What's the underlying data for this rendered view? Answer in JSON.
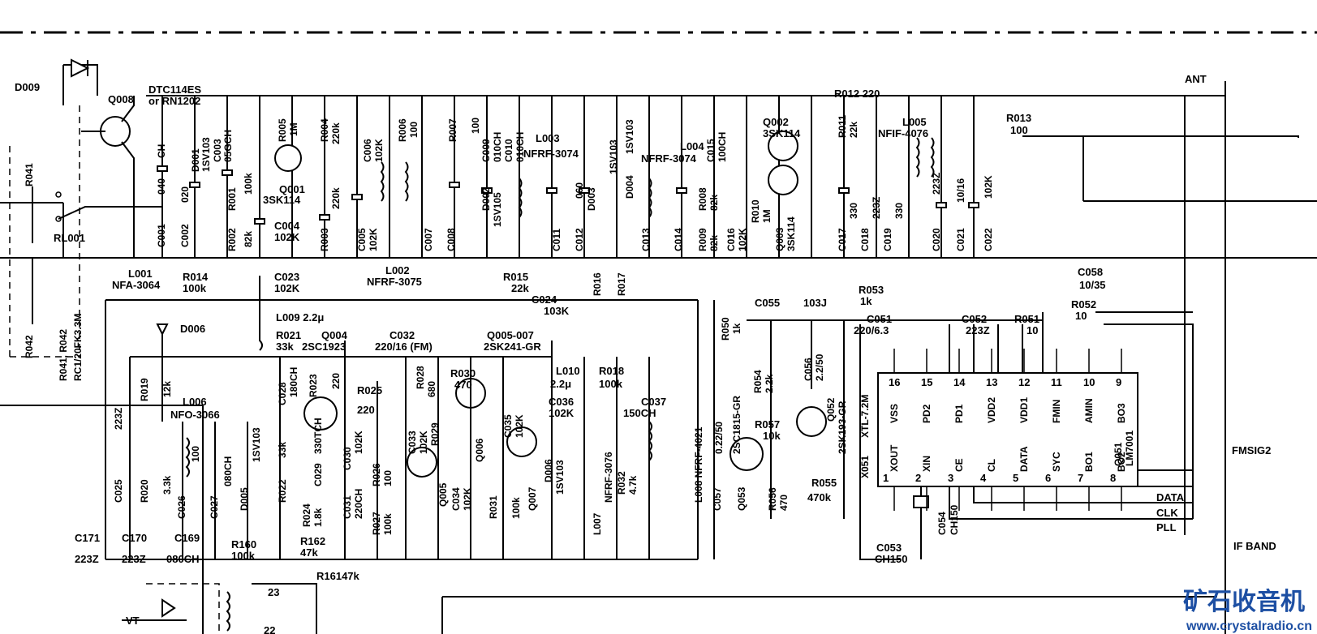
{
  "labels": {
    "ant": "ANT",
    "d009": "D009",
    "q008": "Q008",
    "dtc": "DTC114ES",
    "rn": "or RN1202",
    "r041": "R041",
    "r042": "R042",
    "rl001": "RL001",
    "r041_r042": "R041, R042",
    "rc1": "RC1/20FK3.3M",
    "d001": "D001",
    "sv103a": "1SV103",
    "c003": "C003",
    "c003v": "05GCH",
    "c001": "C001",
    "c002": "C002",
    "ch": "CH",
    "c040": "040",
    "c020": "020",
    "r001": "R001",
    "r002": "R002",
    "r002v": "82k",
    "r001v": "100k",
    "r005": "R005",
    "r005v": "1M",
    "r004": "R004",
    "r004v": "220k",
    "q001": "Q001",
    "q001t": "3SK114",
    "r003": "R003",
    "r003v": "220k",
    "c004": "C004",
    "c004v": "102K",
    "c005": "C005",
    "c005v": "102K",
    "c006": "C006",
    "c006v": "102K",
    "r006": "R006",
    "r006v": "100",
    "r007": "R007",
    "r007v": "100",
    "c007": "C007",
    "c008": "C008",
    "c009": "C009",
    "c009v": "010CH",
    "c010": "C010",
    "c010v": "010CH",
    "d002": "D002",
    "sv105": "1SV105",
    "l003": "L003",
    "l003t": "NFRF-3074",
    "c011": "C011",
    "c012": "C012",
    "c060": "060",
    "d003": "D003",
    "sv103b": "1SV103",
    "d004": "D004",
    "sv103c": "1SV103",
    "l004": "L004",
    "l004t": "NFRF-3074",
    "c013": "C013",
    "c014": "C014",
    "r008": "R008",
    "r008v": "82k",
    "r009": "R009",
    "r009v": "82k",
    "c015": "C015",
    "c015v": "100CH",
    "c016": "C016",
    "c016v": "102K",
    "r010": "R010",
    "r010v": "1M",
    "q002": "Q002",
    "q002t": "3SK114",
    "q003": "Q003",
    "q003t": "3SK114",
    "r011": "R011",
    "r011v": "22k",
    "r012": "R012 220",
    "l005": "L005",
    "l005t": "NFIF-4076",
    "c017": "C017",
    "c018": "C018",
    "c019": "C019",
    "c330": "330",
    "c223": "223Z",
    "c020b": "C020",
    "c021": "C021",
    "c021v": "10/16",
    "c022": "C022",
    "c022v": "102K",
    "c020v": "223Z",
    "r013": "R013",
    "r013v": "100",
    "l001": "L001",
    "l001t": "NFA-3064",
    "r014": "R014",
    "r014v": "100k",
    "c023": "C023",
    "c023v": "102K",
    "l002": "L002",
    "l002t": "NFRF-3075",
    "r015": "R015",
    "r015v": "22k",
    "r016": "R016",
    "r017": "R017",
    "c024": "C024",
    "c024v": "103K",
    "d006": "D006",
    "l009": "L009  2.2μ",
    "r021": "R021",
    "r021v": "33k",
    "q004": "Q004",
    "q004t": "2SC1923",
    "c032": "C032",
    "c032v": "220/16 (FM)",
    "q005": "Q005-007",
    "q005t": "2SK241-GR",
    "r019": "R019",
    "r019v": "12k",
    "l006": "L006",
    "l006t": "NFO-3066",
    "c025": "C025",
    "c025v": "223Z",
    "r020": "R020",
    "r020v": "3.3k",
    "c026": "C026",
    "c026v": "100",
    "c027": "C027",
    "c027v": "080CH",
    "d005": "D005",
    "d005t": "1SV103",
    "c028": "C028",
    "c028v": "180CH",
    "r023": "R023",
    "r023v": "220",
    "r025": "R025",
    "r025v": "220",
    "r022": "R022",
    "r022v": "33k",
    "r024": "R024",
    "r024v": "1.8k",
    "c029": "C029",
    "c029v": "330TCH",
    "c031": "C031",
    "c031v": "220CH",
    "c030": "C030",
    "c030v": "102K",
    "r027": "R027",
    "r027v": "100k",
    "r026": "R026",
    "r026v": "100",
    "r028": "R028",
    "r028v": "680",
    "r029": "R029",
    "r030": "R030",
    "r030v": "470",
    "c033": "C033",
    "c033v": "102K",
    "c034": "C034",
    "c034v": "102K",
    "r031": "R031",
    "r031v": "100k",
    "q006": "Q006",
    "q005b": "Q005",
    "q007": "Q007",
    "c035": "C035",
    "c035v": "102K",
    "c036": "C036",
    "c036v": "102K",
    "l010": "L010",
    "l010v": "2.2μ",
    "r018": "R018",
    "r018v": "100k",
    "d006b": "D006",
    "d006bt": "1SV103",
    "l007": "L007",
    "l007t": "NFRF-3076",
    "r032": "R032",
    "r032v": "4.7k",
    "c037": "C037",
    "c037v": "150CH",
    "l008": "L008 NFRF-4021",
    "c057": "C057",
    "c057v": "0.22/50",
    "q053": "Q053",
    "q053t": "2SC1815-GR",
    "r050": "R050",
    "r050v": "1k",
    "c055": "C055",
    "c055v": "103J",
    "r053": "R053",
    "r053v": "1k",
    "r054": "R054",
    "r054v": "2.2k",
    "r057": "R057",
    "r057v": "10k",
    "c056": "C056",
    "c056v": "2.2/50",
    "q052": "Q052",
    "q052t": "2SK193-GR",
    "r056": "R056",
    "r056v": "470",
    "r055": "R055",
    "r055v": "470k",
    "c051": "C051",
    "c051v": "220/6.3",
    "c052": "C052",
    "c052v": "223Z",
    "r051": "R051",
    "r051v": "10",
    "r052": "R052",
    "r052v": "10",
    "c058": "C058",
    "c058v": "10/35",
    "x051": "X051",
    "x051t": "XTL-7.2M",
    "c053": "C053",
    "c053v": "CH150",
    "c054": "C054",
    "c054v": "CH150",
    "q051": "Q051",
    "q051t": "LM7001",
    "fmsig": "FMSIG2",
    "data": "DATA",
    "clk": "CLK",
    "pll": "PLL",
    "ifband": "IF BAND",
    "c171": "C171",
    "c171v": "223Z",
    "c170": "C170",
    "c170v": "223Z",
    "c169": "C169",
    "c169v": "080CH",
    "r160": "R160",
    "r160v": "100k",
    "r162": "R162",
    "r162v": "47k",
    "r161": "R16147k",
    "n23": "23",
    "vt": "VT",
    "n22": "22"
  },
  "ic_pins_top": [
    {
      "num": "16",
      "name": "VSS"
    },
    {
      "num": "15",
      "name": "PD2"
    },
    {
      "num": "14",
      "name": "PD1"
    },
    {
      "num": "13",
      "name": "VDD2"
    },
    {
      "num": "12",
      "name": "VDD1"
    },
    {
      "num": "11",
      "name": "FMIN"
    },
    {
      "num": "10",
      "name": "AMIN"
    },
    {
      "num": "9",
      "name": "BO3"
    }
  ],
  "ic_pins_bottom": [
    {
      "num": "1",
      "name": "XOUT"
    },
    {
      "num": "2",
      "name": "XIN"
    },
    {
      "num": "3",
      "name": "CE"
    },
    {
      "num": "4",
      "name": "CL"
    },
    {
      "num": "5",
      "name": "DATA"
    },
    {
      "num": "6",
      "name": "SYC"
    },
    {
      "num": "7",
      "name": "BO1"
    },
    {
      "num": "8",
      "name": "BO2"
    }
  ],
  "watermark": {
    "title": "矿石收音机",
    "url": "www.crystalradio.cn"
  }
}
